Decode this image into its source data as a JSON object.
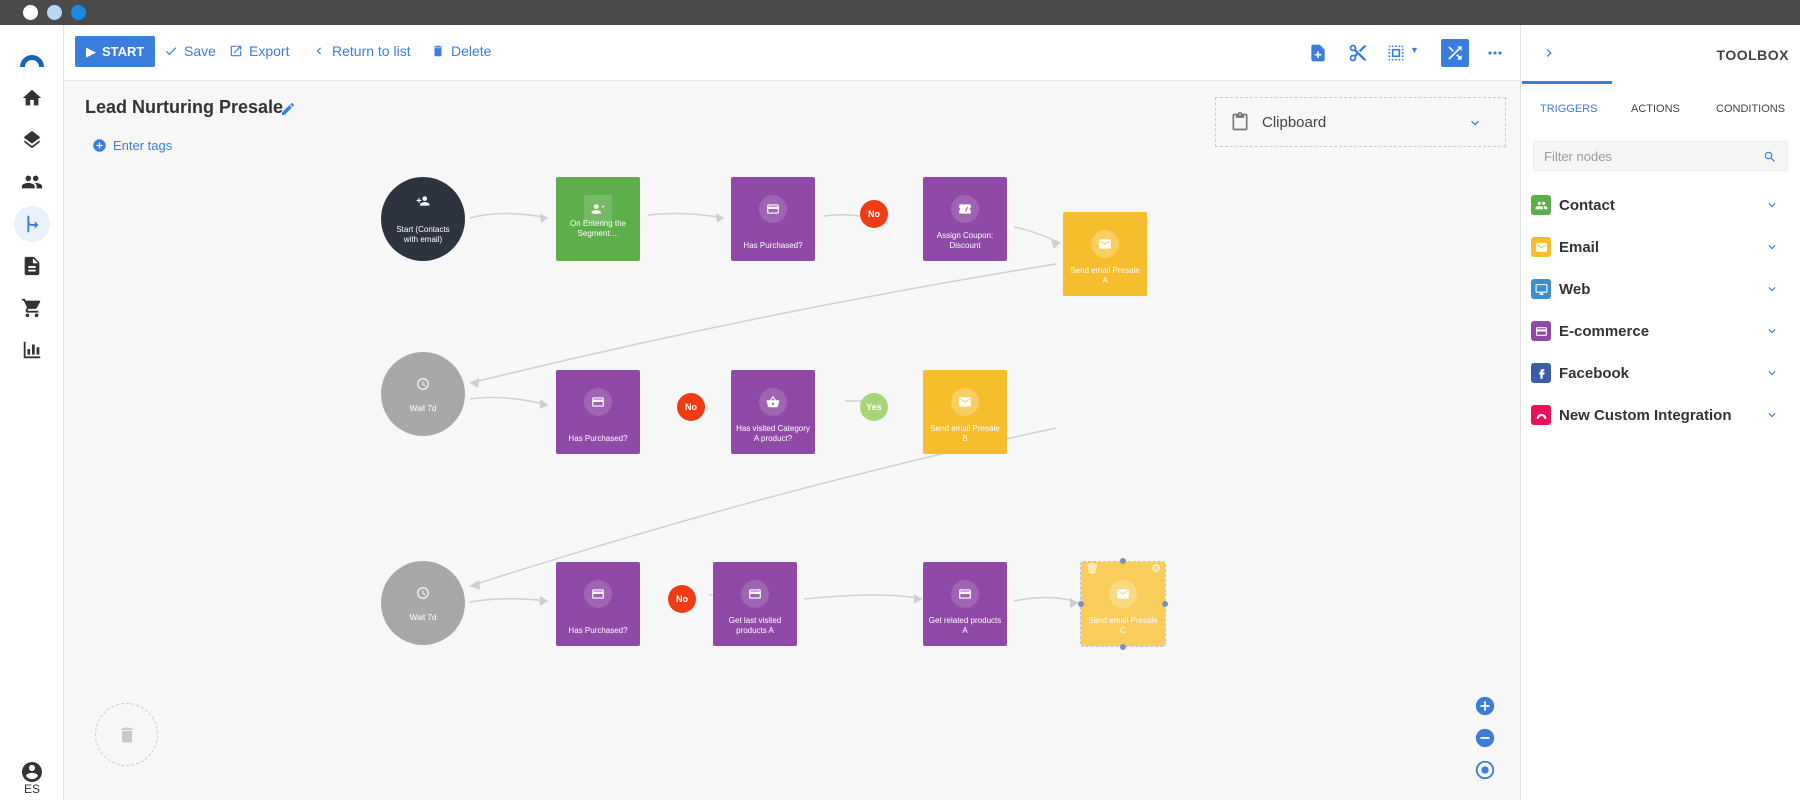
{
  "toolbar": {
    "start_label": "START",
    "save_label": "Save",
    "export_label": "Export",
    "return_label": "Return to list",
    "delete_label": "Delete"
  },
  "flow": {
    "title": "Lead Nurturing Presale",
    "tags_label": "Enter tags",
    "clipboard_label": "Clipboard"
  },
  "nodes": {
    "start": "Start (Contacts with email)",
    "segment": "On Entering the Segment:...",
    "purchased1": "Has Purchased?",
    "coupon": "Assign Coupon: Discount",
    "emailA": "Send email Presale A",
    "wait1": "Wait 7d",
    "purchased2": "Has Purchased?",
    "visited": "Has visited Category A product?",
    "emailB": "Send email Presale B",
    "wait2": "Wait 7d",
    "purchased3": "Has Purchased?",
    "lastvisited": "Get last visited products A",
    "related": "Get related products A",
    "emailC": "Send email Presale C"
  },
  "badges": {
    "no1": "No",
    "no2": "No",
    "yes1": "Yes",
    "no3": "No"
  },
  "nav": {
    "lang": "ES"
  },
  "toolbox": {
    "title": "TOOLBOX",
    "tabs": [
      "TRIGGERS",
      "ACTIONS",
      "CONDITIONS"
    ],
    "filter_placeholder": "Filter nodes",
    "categories": [
      {
        "label": "Contact",
        "color": "#5fae4c"
      },
      {
        "label": "Email",
        "color": "#f6be2c"
      },
      {
        "label": "Web",
        "color": "#3b8fd1"
      },
      {
        "label": "E-commerce",
        "color": "#8e4aa6"
      },
      {
        "label": "Facebook",
        "color": "#3b5ea8"
      },
      {
        "label": "New Custom Integration",
        "color": "#e8115b"
      }
    ]
  },
  "colors": {
    "accent": "#3b7ddd",
    "no_badge": "#f03c14",
    "yes_badge": "#a8d578"
  }
}
